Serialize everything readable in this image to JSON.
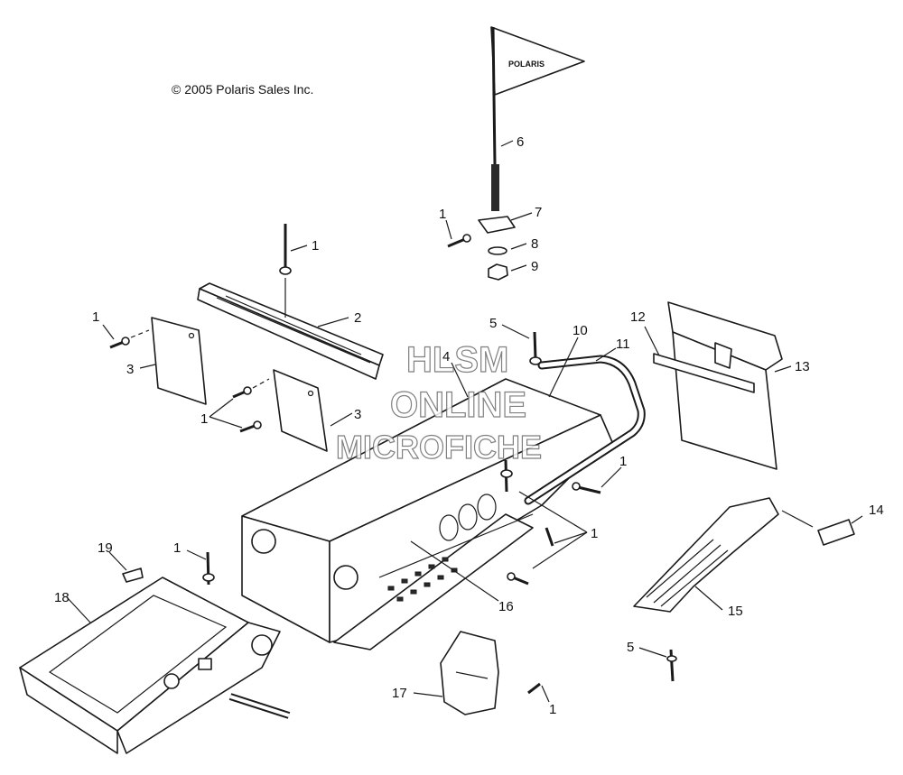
{
  "copyright": "© 2005 Polaris Sales Inc.",
  "flag_logo": "POLARIS",
  "watermark": {
    "line1": "HLSM",
    "line2": "ONLINE",
    "line3": "MICROFICHE"
  },
  "callouts": {
    "c1a": "1",
    "c1b": "1",
    "c1c": "1",
    "c1d": "1",
    "c1e": "1",
    "c1f": "1",
    "c1g": "1",
    "c1h": "1",
    "c2": "2",
    "c3a": "3",
    "c3b": "3",
    "c4": "4",
    "c5a": "5",
    "c5b": "5",
    "c6": "6",
    "c7": "7",
    "c8": "8",
    "c9": "9",
    "c10": "10",
    "c11": "11",
    "c12": "12",
    "c13": "13",
    "c14": "14",
    "c15": "15",
    "c16": "16",
    "c17": "17",
    "c18": "18",
    "c19": "19"
  }
}
